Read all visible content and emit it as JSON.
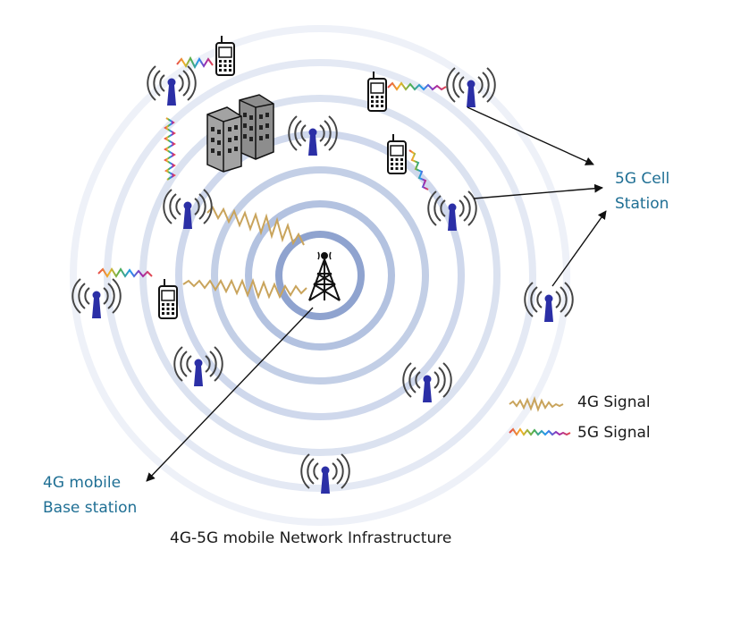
{
  "labels": {
    "cell_station_line1": "5G Cell",
    "cell_station_line2": "Station",
    "base_station_line1": "4G mobile",
    "base_station_line2": "Base station",
    "caption": "4G-5G mobile Network Infrastructure"
  },
  "legend": {
    "items": [
      {
        "label": "4G Signal",
        "color": "#c9a45c"
      },
      {
        "label": "5G Signal",
        "color": "#8a6bd1"
      }
    ]
  },
  "colors": {
    "ring": "#c3cfe6",
    "ring_inner": "#8fa3cf",
    "antenna": "#2b2fa6",
    "arrow": "#111111",
    "building": "#8d8d8d"
  },
  "icons": [
    "cell-tower-icon",
    "antenna-icon",
    "mobile-phone-icon",
    "building-icon"
  ]
}
